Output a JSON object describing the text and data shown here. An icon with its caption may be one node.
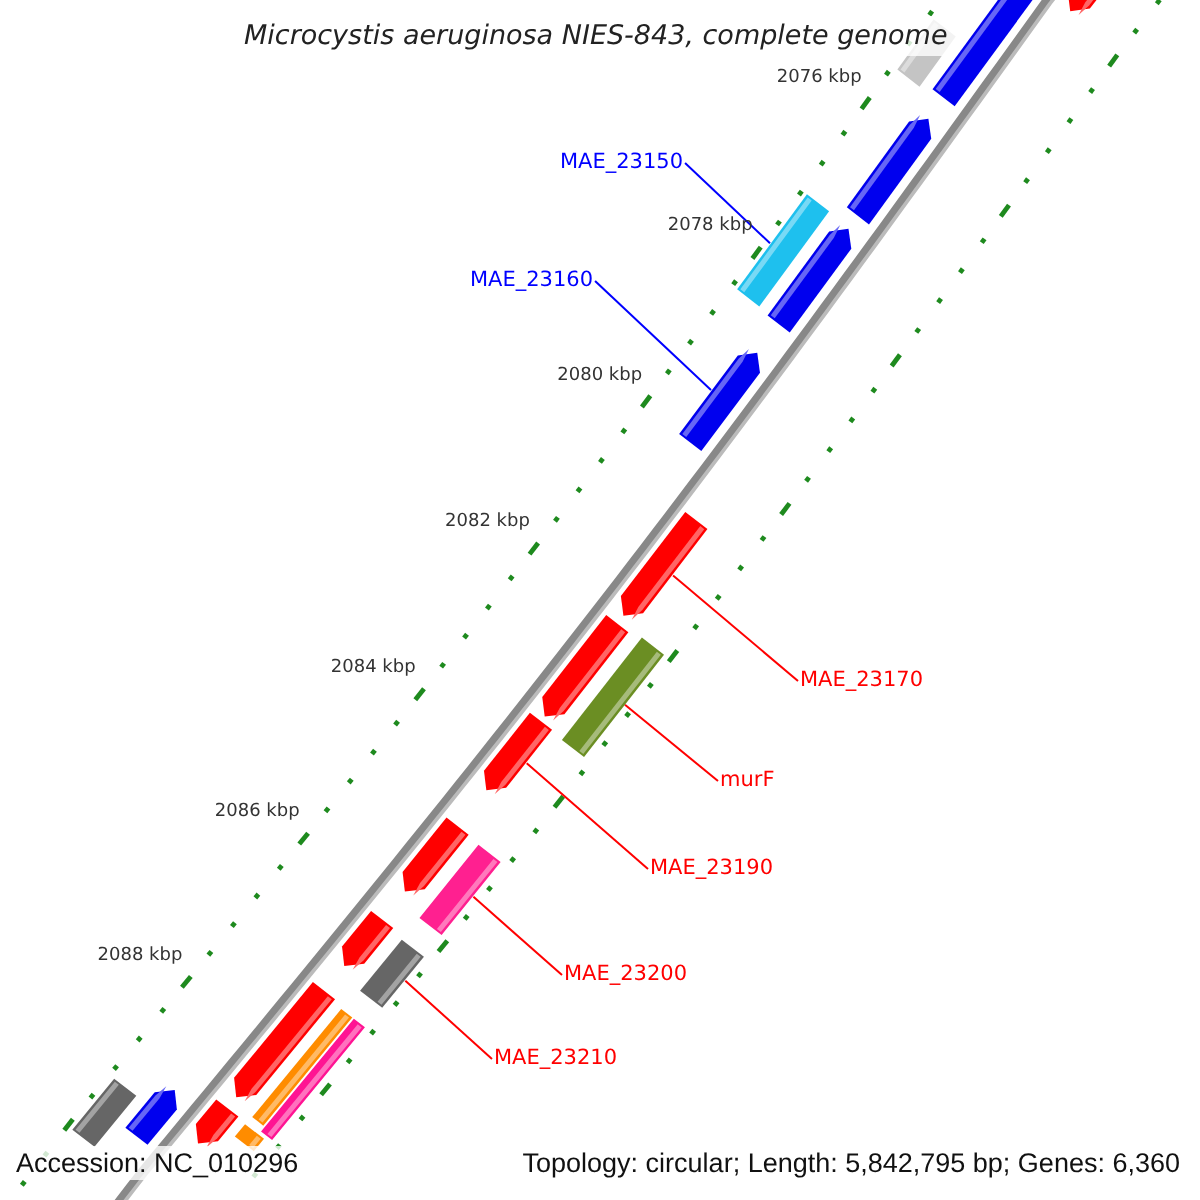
{
  "diagram": {
    "title": "Microcystis aeruginosa NIES-843, complete genome",
    "nodes": [
      {
        "text": [],
        "shape": "arrow"
      },
      {
        "text": [],
        "shape": "bar"
      },
      {
        "text": [],
        "shape": "arrow"
      },
      {
        "text": [],
        "shape": "arrow"
      },
      {
        "text": [
          "MAE_23150"
        ]
      },
      {
        "text": [],
        "shape": "bar"
      },
      {
        "text": [],
        "shape": "arrow"
      },
      {
        "text": [
          "MAE_23160"
        ]
      },
      {
        "text": [],
        "shape": "arrow"
      },
      {
        "text": [],
        "shape": "arrow"
      },
      {
        "text": [],
        "shape": "arrow"
      },
      {
        "text": [
          "MAE_23170"
        ]
      },
      {
        "text": [],
        "shape": "bar"
      },
      {
        "text": [],
        "shape": "arrow"
      },
      {
        "text": [
          "murF"
        ]
      },
      {
        "text": [],
        "shape": "arrow"
      },
      {
        "text": [
          "MAE_23190"
        ]
      },
      {
        "text": [],
        "shape": "bar"
      },
      {
        "text": [],
        "shape": "arrow"
      },
      {
        "text": [],
        "shape": "bar"
      },
      {
        "text": [
          "MAE_23200"
        ]
      },
      {
        "text": [],
        "shape": "arrow"
      },
      {
        "text": [
          "MAE_23210"
        ]
      },
      {
        "text": [],
        "shape": "bar"
      },
      {
        "text": [],
        "shape": "bar"
      },
      {
        "text": [],
        "shape": "bar"
      },
      {
        "text": [],
        "shape": "bar"
      },
      {
        "text": [],
        "shape": "arrow"
      },
      {
        "text": [],
        "shape": "arrow"
      }
    ],
    "edges": [
      {
        "from": 4,
        "to": 5,
        "arrow": "none",
        "color": "#0000ff"
      },
      {
        "from": 7,
        "to": 8,
        "arrow": "none",
        "color": "#0000ff"
      },
      {
        "from": 11,
        "to": 9,
        "arrow": "none"
      },
      {
        "from": 14,
        "to": 12,
        "arrow": "none"
      },
      {
        "from": 16,
        "to": 13,
        "arrow": "none"
      },
      {
        "from": 20,
        "to": 17,
        "arrow": "none"
      },
      {
        "from": 22,
        "to": 19,
        "arrow": "none"
      }
    ],
    "labels": [
      "2076 kbp",
      "2078 kbp",
      "2080 kbp",
      "2082 kbp",
      "2084 kbp",
      "2086 kbp",
      "2088 kbp",
      "Accession: NC_010296",
      "Topology: circular; Length: 5,842,795 bp; Genes: 6,360"
    ]
  }
}
